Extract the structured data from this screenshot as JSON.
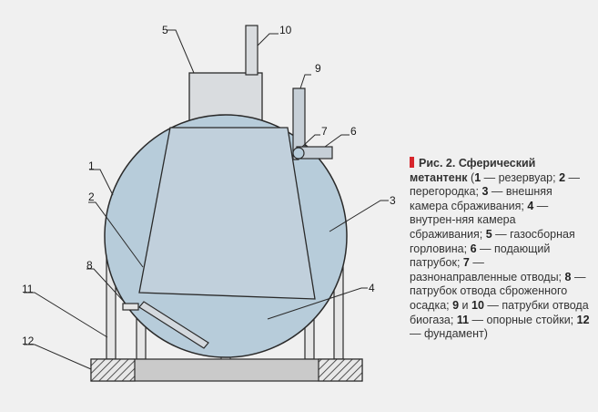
{
  "labels": {
    "l1": "1",
    "l2": "2",
    "l3": "3",
    "l4": "4",
    "l5": "5",
    "l6": "6",
    "l7": "7",
    "l8": "8",
    "l9": "9",
    "l10": "10",
    "l11": "11",
    "l12": "12"
  },
  "caption": {
    "title_line1": "Рис. 2. Сферический",
    "title_line2": "метантенк",
    "items": [
      {
        "num": "1",
        "text": "резервуар;"
      },
      {
        "num": "2",
        "text": "перегородка;"
      },
      {
        "num": "3",
        "text": "внешняя камера сбраживания;"
      },
      {
        "num": "4",
        "text": "внутрен-­няя камера сбраживания;"
      },
      {
        "num": "5",
        "text": "газосборная горловина;"
      },
      {
        "num": "6",
        "text": "подающий патрубок;"
      },
      {
        "num": "7",
        "text": "разнонаправленные отводы;"
      },
      {
        "num": "8",
        "text": "патрубок отвода сброженного осадка;"
      },
      {
        "num": "9",
        "text": "",
        "and": "и"
      },
      {
        "num": "10",
        "text": "патрубки отвода биогаза;"
      },
      {
        "num": "11",
        "text": "опорные стойки;"
      },
      {
        "num": "12",
        "text": "фундамент)"
      }
    ]
  },
  "colors": {
    "sphere": "#b7ccda",
    "partition": "#c1d0dc",
    "neck": "#d9dcdf",
    "foundation": "#cacaca",
    "stroke": "#2a2a2a",
    "accent": "#d7262c"
  }
}
